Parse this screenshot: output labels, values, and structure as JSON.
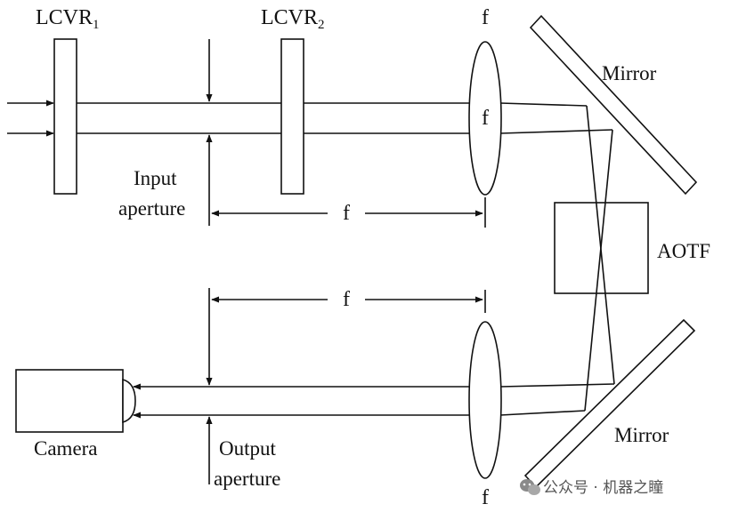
{
  "labels": {
    "lcvr1_base": "LCVR",
    "lcvr1_sub": "1",
    "lcvr2_base": "LCVR",
    "lcvr2_sub": "2",
    "focal_top": "f",
    "focal_top_mid": "f",
    "focal_bottom": "f",
    "dist_top": "f",
    "dist_bottom": "f",
    "mirror_top": "Mirror",
    "mirror_bottom": "Mirror",
    "aotf": "AOTF",
    "input_1": "Input",
    "input_2": "aperture",
    "output_1": "Output",
    "output_2": "aperture",
    "camera": "Camera"
  },
  "watermark": {
    "text": "公众号 · 机器之瞳",
    "icon": "wechat-icon"
  },
  "colors": {
    "stroke": "#111111",
    "background": "#ffffff",
    "watermark": "#555555"
  }
}
